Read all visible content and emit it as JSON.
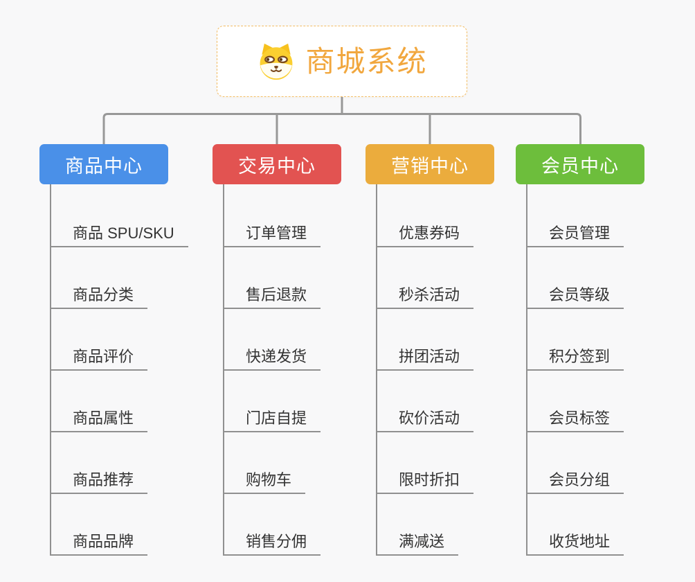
{
  "root": {
    "title": "商城系统",
    "icon": "dog-face"
  },
  "branches": [
    {
      "id": "product-center",
      "label": "商品中心",
      "color": "#4A90E8",
      "items": [
        "商品 SPU/SKU",
        "商品分类",
        "商品评价",
        "商品属性",
        "商品推荐",
        "商品品牌"
      ]
    },
    {
      "id": "trade-center",
      "label": "交易中心",
      "color": "#E25351",
      "items": [
        "订单管理",
        "售后退款",
        "快递发货",
        "门店自提",
        "购物车",
        "销售分佣"
      ]
    },
    {
      "id": "marketing-center",
      "label": "营销中心",
      "color": "#EBAC3D",
      "items": [
        "优惠券码",
        "秒杀活动",
        "拼团活动",
        "砍价活动",
        "限时折扣",
        "满减送"
      ]
    },
    {
      "id": "member-center",
      "label": "会员中心",
      "color": "#6DBE3C",
      "items": [
        "会员管理",
        "会员等级",
        "积分签到",
        "会员标签",
        "会员分组",
        "收货地址"
      ]
    }
  ],
  "colors": {
    "background": "#F8F8F9",
    "line": "#989898",
    "leaf_text": "#333333",
    "root_text": "#F1A73E",
    "root_border": "#F3BC62",
    "root_background": "#FFFFFF"
  }
}
